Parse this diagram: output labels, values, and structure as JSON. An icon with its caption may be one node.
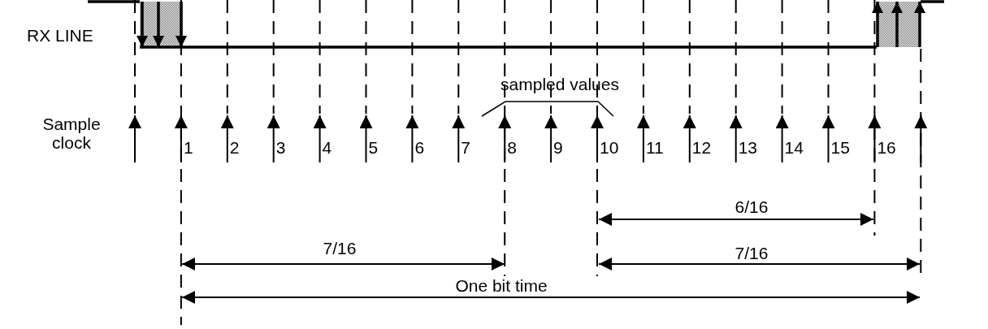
{
  "diagram": {
    "labels": [
      "RX LINE",
      "sampled values",
      "Sample clock",
      "1",
      "2",
      "3",
      "4",
      "5",
      "6",
      "7",
      "8",
      "9",
      "10",
      "11",
      "12",
      "13",
      "14",
      "15",
      "16",
      "6/16",
      "7/16",
      "7/16",
      "One bit time"
    ]
  }
}
